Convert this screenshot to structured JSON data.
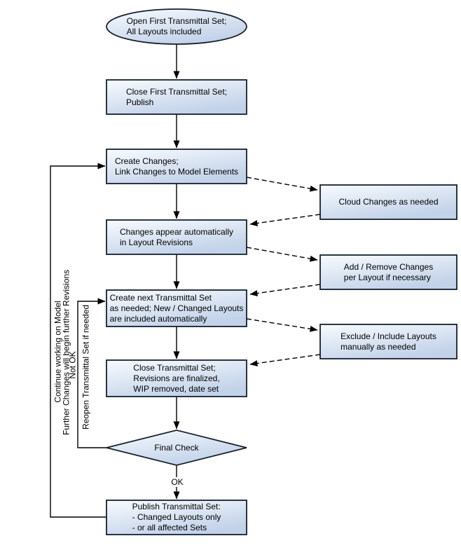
{
  "diagram": {
    "nodes": {
      "start": {
        "shape": "ellipse",
        "label": "Open First Transmittal Set;\nAll Layouts included"
      },
      "close_first": {
        "shape": "rect",
        "label": "Close First Transmittal Set;\nPublish"
      },
      "create_changes": {
        "shape": "rect",
        "label": "Create Changes;\nLink Changes to Model Elements"
      },
      "changes_appear": {
        "shape": "rect",
        "label": "Changes appear automatically\nin Layout Revisions"
      },
      "create_next": {
        "shape": "rect",
        "label": "Create next Transmittal Set\nas needed; New / Changed Layouts\nare included automatically"
      },
      "close_set": {
        "shape": "rect",
        "label": "Close Transmittal Set;\nRevisions are finalized,\nWIP removed, date set"
      },
      "final_check": {
        "shape": "diamond",
        "label": "Final Check"
      },
      "publish_set": {
        "shape": "rect",
        "label": "Publish Transmittal Set:\n- Changed Layouts only\n- or all affected Sets"
      },
      "cloud_changes": {
        "shape": "rect",
        "label": "Cloud Changes as needed"
      },
      "add_remove": {
        "shape": "rect",
        "label": "Add / Remove Changes\nper Layout if necessary"
      },
      "exclude_include": {
        "shape": "rect",
        "label": "Exclude / Include Layouts\nmanually as needed"
      }
    },
    "edge_labels": {
      "ok": "OK",
      "not_ok": "Not OK",
      "reopen": "Reopen Transmittal Set if needed",
      "continue_model": "Continue working on Model",
      "further_changes": "Further Changes will begin further Revisions"
    },
    "colors": {
      "node_fill_top": "#f8fbfe",
      "node_fill_bottom": "#c2d2e9",
      "node_border": "#16202e",
      "connector": "#000000",
      "text": "#000000"
    }
  }
}
